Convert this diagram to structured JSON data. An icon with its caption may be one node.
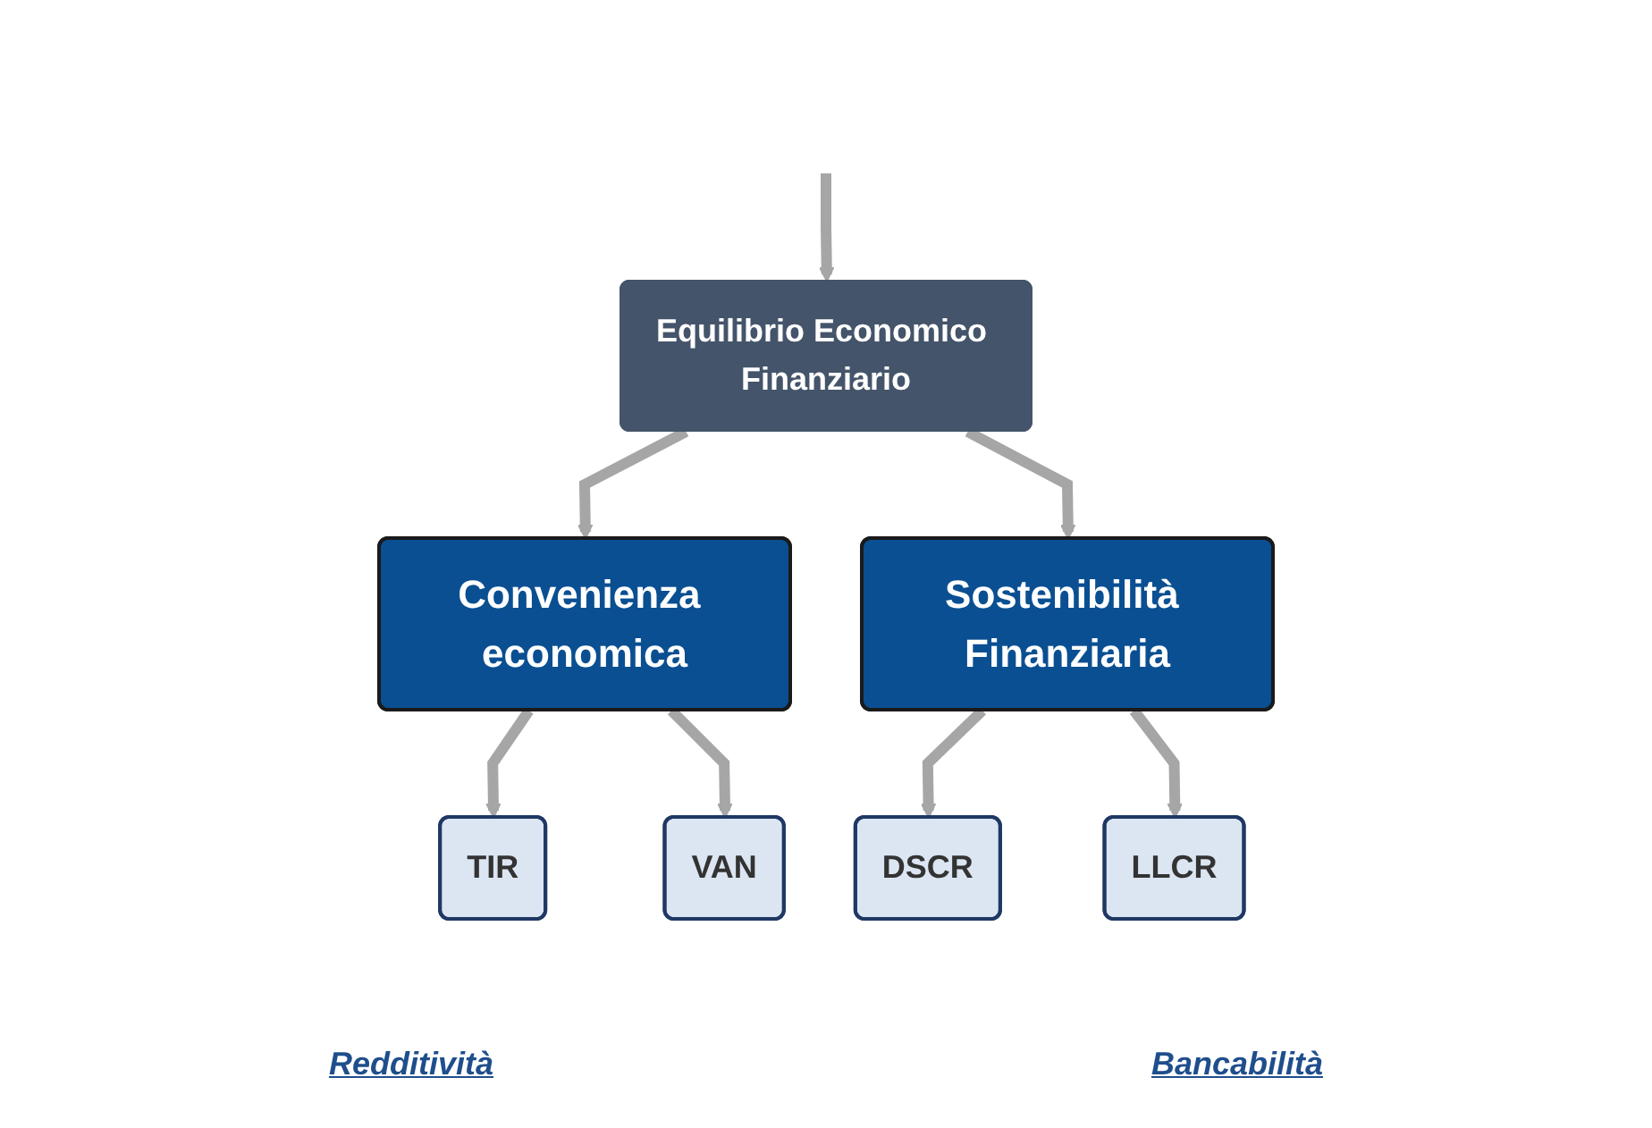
{
  "diagram": {
    "nodes": [
      {
        "text": [
          "Equilibrio Economico Finanziario"
        ]
      },
      {
        "text": [
          "Convenienza economica"
        ]
      },
      {
        "text": [
          "Sostenibilità Finanziaria"
        ]
      },
      {
        "text": [
          "TIR"
        ]
      },
      {
        "text": [
          "VAN"
        ]
      },
      {
        "text": [
          "DSCR"
        ]
      },
      {
        "text": [
          "LLCR"
        ]
      }
    ],
    "edges": [
      {
        "from": null,
        "to": 0,
        "arrow": "to"
      },
      {
        "from": 0,
        "to": 1,
        "arrow": "to"
      },
      {
        "from": 0,
        "to": 2,
        "arrow": "to"
      },
      {
        "from": 1,
        "to": 3,
        "arrow": "to"
      },
      {
        "from": 1,
        "to": 4,
        "arrow": "to"
      },
      {
        "from": 2,
        "to": 5,
        "arrow": "to"
      },
      {
        "from": 2,
        "to": 6,
        "arrow": "to"
      }
    ],
    "labels": [
      "Redditività",
      "Bancabilità"
    ]
  }
}
